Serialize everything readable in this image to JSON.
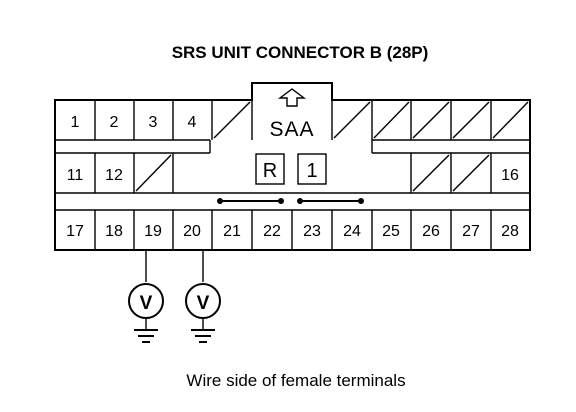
{
  "diagram": {
    "title": "SRS UNIT CONNECTOR B (28P)",
    "caption": "Wire side of female terminals",
    "center_label": "SAA",
    "box_labels": [
      "R",
      "1"
    ],
    "row1_pins": [
      "1",
      "2",
      "3",
      "4"
    ],
    "row2_pins": [
      "11",
      "12",
      "16"
    ],
    "row3_pins": [
      "17",
      "18",
      "19",
      "20",
      "21",
      "22",
      "23",
      "24",
      "25",
      "26",
      "27",
      "28"
    ],
    "voltmeter_symbol": "V",
    "voltmeters": [
      {
        "pin": "19"
      },
      {
        "pin": "20"
      }
    ]
  }
}
